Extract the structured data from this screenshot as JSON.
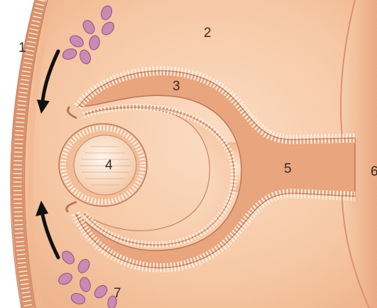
{
  "labels": {
    "l1": "1",
    "l2": "2",
    "l3": "3",
    "l4": "4",
    "l5": "5",
    "l6": "6",
    "l7": "7"
  },
  "colors": {
    "background": "#ffffff",
    "tissue": "#f6c9a6",
    "tissue_light": "#fad9bd",
    "tissue_dark": "#e8a57e",
    "membrane": "#d98e68",
    "cell_outline": "#b8775a",
    "cell_fill": "#fff2e6",
    "blood_cell": "#c98bb3",
    "blood_cell_outline": "#9a5c86",
    "arrow": "#111111",
    "label_text": "#3a2a22"
  }
}
